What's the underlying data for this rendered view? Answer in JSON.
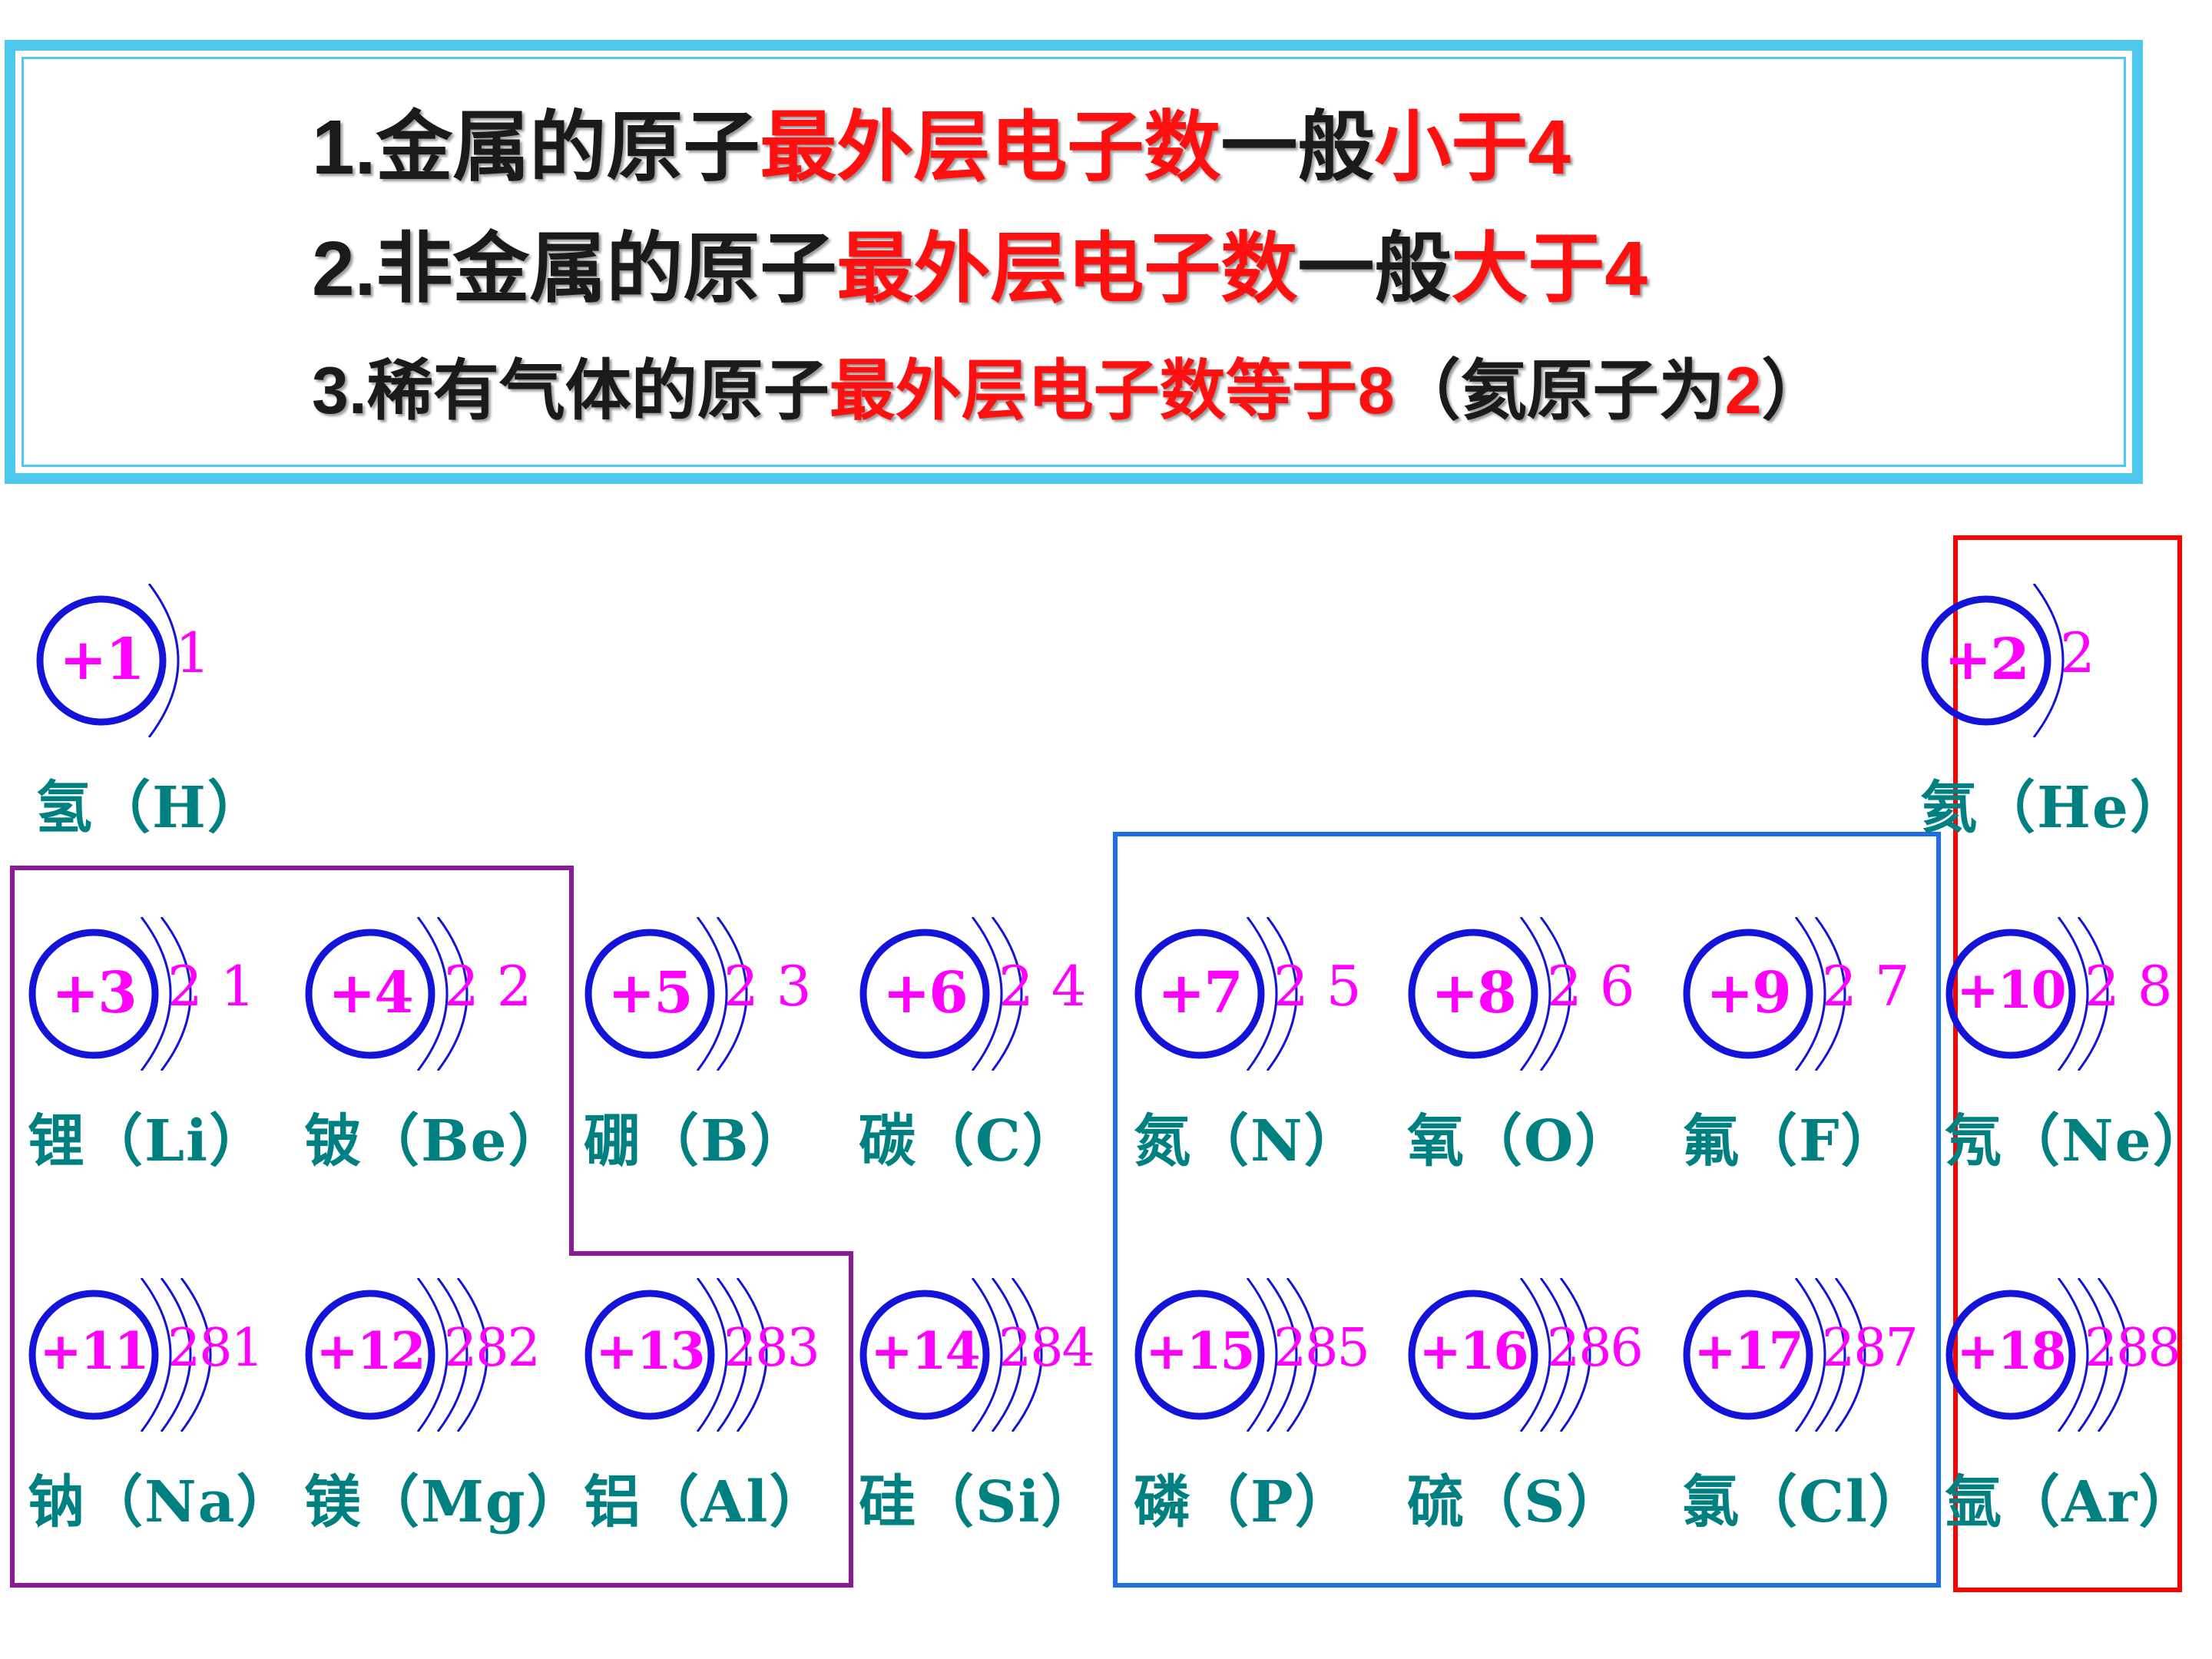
{
  "rules": {
    "rule1": {
      "p1": "1.金属的原子",
      "p2": "最外层电子数",
      "p3": "一般",
      "p4": "小于4"
    },
    "rule2": {
      "p1": "2.非金属的原子",
      "p2": "最外层电子数",
      "p3": "一般",
      "p4": "大于4"
    },
    "rule3": {
      "p1": "3.稀有气体的原子",
      "p2": "最外层电子数等于8",
      "p3": "（氦原子为",
      "p4": "2",
      "p5": "）"
    }
  },
  "colors": {
    "nucleus": "#1414d8",
    "shell": "#1414d8",
    "number": "#ff00ff",
    "name": "#008080",
    "metal_box": "#8b1a9a",
    "nonmetal_box": "#1e6ee8",
    "noble_box": "#ff0000"
  },
  "atoms": [
    {
      "id": "H",
      "nucleus": "+1",
      "electrons": "1",
      "name": "氢（H）"
    },
    {
      "id": "He",
      "nucleus": "+2",
      "electrons": "2",
      "name": "氦（He）"
    },
    {
      "id": "Li",
      "nucleus": "+3",
      "electrons": "2 1",
      "name": "锂（Li）"
    },
    {
      "id": "Be",
      "nucleus": "+4",
      "electrons": "2 2",
      "name": "铍（Be）"
    },
    {
      "id": "B",
      "nucleus": "+5",
      "electrons": "2 3",
      "name": "硼（B）"
    },
    {
      "id": "C",
      "nucleus": "+6",
      "electrons": "2 4",
      "name": "碳（C）"
    },
    {
      "id": "N",
      "nucleus": "+7",
      "electrons": "2 5",
      "name": "氮（N）"
    },
    {
      "id": "O",
      "nucleus": "+8",
      "electrons": "2 6",
      "name": "氧（O）"
    },
    {
      "id": "F",
      "nucleus": "+9",
      "electrons": "2 7",
      "name": "氟（F）"
    },
    {
      "id": "Ne",
      "nucleus": "+10",
      "electrons": "2 8",
      "name": "氖（Ne）"
    },
    {
      "id": "Na",
      "nucleus": "+11",
      "electrons": "281",
      "name": "钠（Na）"
    },
    {
      "id": "Mg",
      "nucleus": "+12",
      "electrons": "282",
      "name": "镁（Mg）"
    },
    {
      "id": "Al",
      "nucleus": "+13",
      "electrons": "283",
      "name": "铝（Al）"
    },
    {
      "id": "Si",
      "nucleus": "+14",
      "electrons": "284",
      "name": "硅（Si）"
    },
    {
      "id": "P",
      "nucleus": "+15",
      "electrons": "285",
      "name": "磷（P）"
    },
    {
      "id": "S",
      "nucleus": "+16",
      "electrons": "286",
      "name": "硫（S）"
    },
    {
      "id": "Cl",
      "nucleus": "+17",
      "electrons": "287",
      "name": "氯（Cl）"
    },
    {
      "id": "Ar",
      "nucleus": "+18",
      "electrons": "288",
      "name": "氩（Ar）"
    }
  ]
}
